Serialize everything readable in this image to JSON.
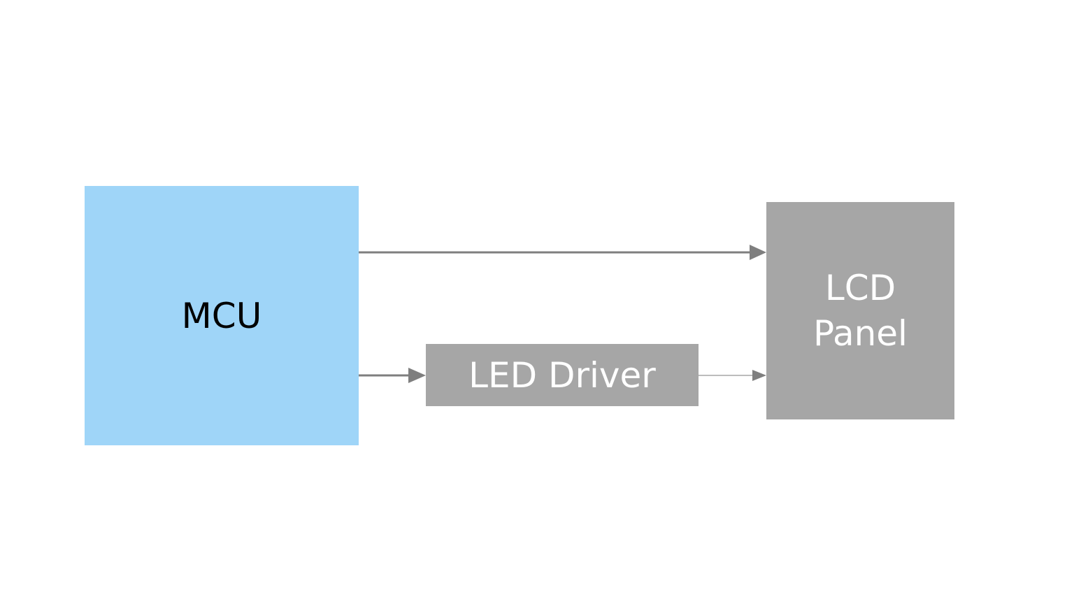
{
  "colors": {
    "mcu_fill": "#9fd5f8",
    "block_fill": "#a6a6a6",
    "arrow": "#7f7f7f",
    "arrow_light": "#a6a6a6"
  },
  "blocks": {
    "mcu": {
      "label": "MCU"
    },
    "led_driver": {
      "label": "LED Driver"
    },
    "lcd_panel": {
      "label_line1": "LCD",
      "label_line2": "Panel"
    }
  },
  "connections": [
    {
      "from": "MCU",
      "to": "LCD Panel"
    },
    {
      "from": "MCU",
      "to": "LED Driver"
    },
    {
      "from": "LED Driver",
      "to": "LCD Panel"
    }
  ]
}
